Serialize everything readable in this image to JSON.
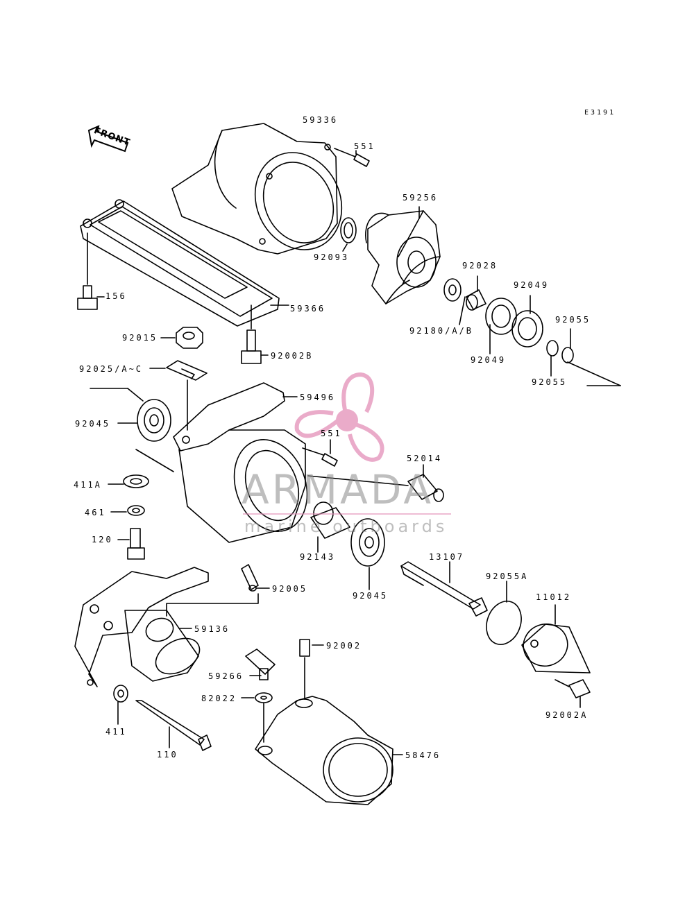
{
  "diagram_code": "E3191",
  "front_label": "FRONT",
  "watermark": {
    "brand": "ARMADA",
    "tagline": "marine outboards",
    "logo_color": "#e38fb8"
  },
  "part_labels": {
    "p59336": "59336",
    "p551a": "551",
    "p59256": "59256",
    "p92093": "92093",
    "p92028": "92028",
    "p92049a": "92049",
    "p92055a": "92055",
    "p156": "156",
    "p59366": "59366",
    "p92180": "92180/A/B",
    "p92049b": "92049",
    "p92055b": "92055",
    "p92015": "92015",
    "p92002B": "92002B",
    "p92025": "92025/A~C",
    "p59496": "59496",
    "p92045a": "92045",
    "p551b": "551",
    "p52014": "52014",
    "p411A": "411A",
    "p461": "461",
    "p120": "120",
    "p92143": "92143",
    "p92045b": "92045",
    "p13107": "13107",
    "p92055A": "92055A",
    "p11012": "11012",
    "p92005": "92005",
    "p59136": "59136",
    "p92002": "92002",
    "p59266": "59266",
    "p82022": "82022",
    "p92002A": "92002A",
    "p411": "411",
    "p110": "110",
    "p58476": "58476"
  }
}
